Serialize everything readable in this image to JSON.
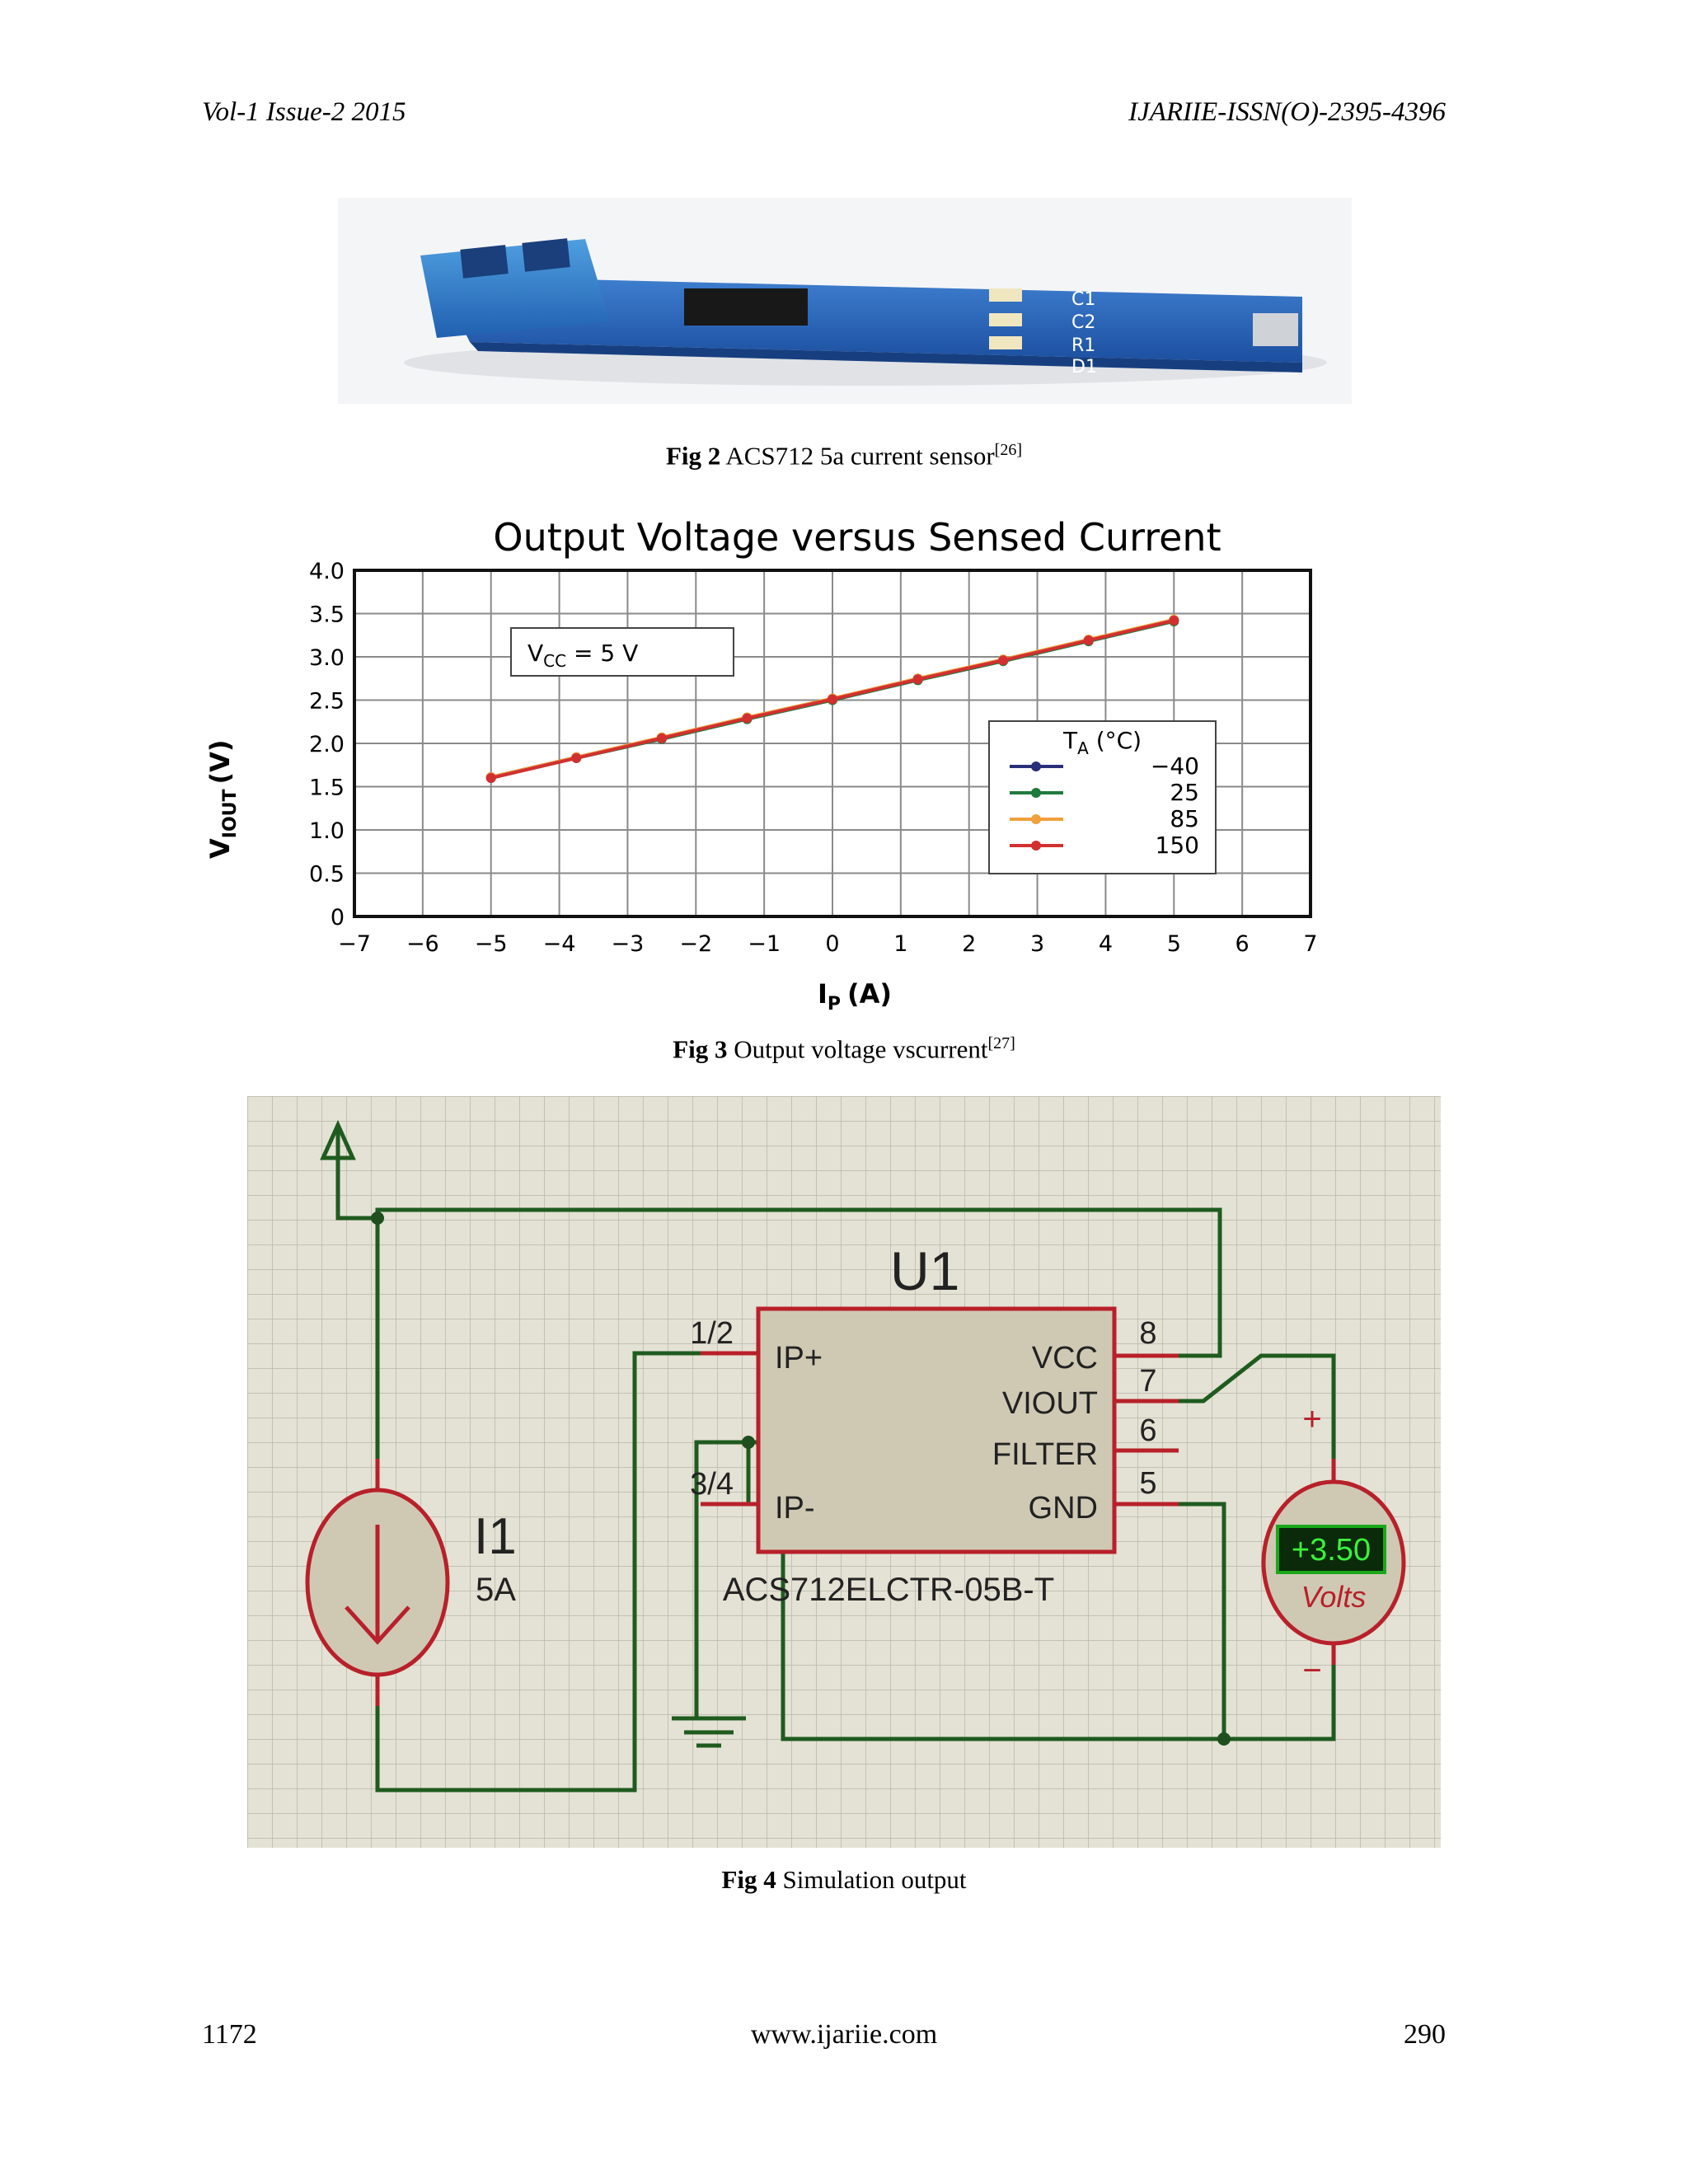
{
  "header": {
    "left": "Vol-1 Issue-2 2015",
    "right": "IJARIIE-ISSN(O)-2395-4396"
  },
  "figures": {
    "fig2": {
      "label": "Fig 2",
      "text": " ACS712 5a current sensor",
      "ref": "[26]",
      "board_labels": [
        "C1",
        "C2",
        "R1",
        "D1"
      ]
    },
    "fig3": {
      "label": "Fig 3",
      "text": " Output voltage vscurrent",
      "ref": "[27]"
    },
    "fig4": {
      "label": "Fig 4",
      "text": " Simulation output"
    }
  },
  "chart_data": {
    "type": "line",
    "title": "Output Voltage versus Sensed Current",
    "xlabel_main": "I",
    "xlabel_sub": "P",
    "xlabel_unit": "(A)",
    "ylabel_main": "V",
    "ylabel_sub": "IOUT",
    "ylabel_unit": "(V)",
    "xlim": [
      -7,
      7
    ],
    "ylim": [
      0,
      4.0
    ],
    "xticks": [
      -7,
      -6,
      -5,
      -4,
      -3,
      -2,
      -1,
      0,
      1,
      2,
      3,
      4,
      5,
      6,
      7
    ],
    "xtick_labels": [
      "−7",
      "−6",
      "−5",
      "−4",
      "−3",
      "−2",
      "−1",
      "0",
      "1",
      "2",
      "3",
      "4",
      "5",
      "6",
      "7"
    ],
    "yticks": [
      0,
      0.5,
      1.0,
      1.5,
      2.0,
      2.5,
      3.0,
      3.5,
      4.0
    ],
    "ytick_labels": [
      "0",
      "0.5",
      "1.0",
      "1.5",
      "2.0",
      "2.5",
      "3.0",
      "3.5",
      "4.0"
    ],
    "grid": true,
    "annotation": {
      "main": "V",
      "sub": "CC",
      "rest": " = 5 V"
    },
    "legend": {
      "title_main": "T",
      "title_sub": "A",
      "title_rest": " (°C)",
      "placement": "lower-right"
    },
    "x": [
      -5,
      -3.75,
      -2.5,
      -1.25,
      0,
      1.25,
      2.5,
      3.75,
      5
    ],
    "series": [
      {
        "name": "−40",
        "color": "#2a2f7a",
        "values": [
          1.61,
          1.84,
          2.06,
          2.29,
          2.51,
          2.74,
          2.96,
          3.19,
          3.42
        ]
      },
      {
        "name": "25",
        "color": "#1f7a3c",
        "values": [
          1.6,
          1.83,
          2.05,
          2.28,
          2.5,
          2.73,
          2.95,
          3.18,
          3.41
        ]
      },
      {
        "name": "85",
        "color": "#f0a03c",
        "values": [
          1.61,
          1.84,
          2.07,
          2.3,
          2.52,
          2.75,
          2.97,
          3.2,
          3.43
        ]
      },
      {
        "name": "150",
        "color": "#d23030",
        "values": [
          1.6,
          1.83,
          2.06,
          2.29,
          2.51,
          2.74,
          2.96,
          3.19,
          3.42
        ]
      }
    ]
  },
  "circuit": {
    "chip_ref": "U1",
    "chip_part": "ACS712ELCTR-05B-T",
    "pins_left": [
      {
        "num": "1/2",
        "name": "IP+"
      },
      {
        "num": "3/4",
        "name": "IP-"
      }
    ],
    "pins_right": [
      {
        "num": "8",
        "name": "VCC"
      },
      {
        "num": "7",
        "name": "VIOUT"
      },
      {
        "num": "6",
        "name": "FILTER"
      },
      {
        "num": "5",
        "name": "GND"
      }
    ],
    "source_ref": "I1",
    "source_value": "5A",
    "meter_reading": "+3.50",
    "meter_unit": "Volts",
    "meter_plus": "+",
    "meter_minus": "−"
  },
  "footer": {
    "left": "1172",
    "center": "www.ijariie.com",
    "right": "290"
  }
}
